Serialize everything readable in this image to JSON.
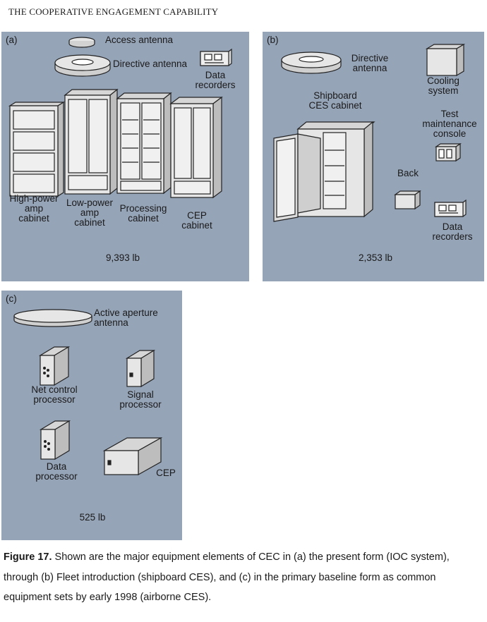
{
  "running_head": "THE COOPERATIVE ENGAGEMENT CAPABILITY",
  "panel_a": {
    "tag": "(a)",
    "access_antenna": "Access antenna",
    "directive_antenna": "Directive antenna",
    "data_recorders": [
      "Data",
      "recorders"
    ],
    "high_power": [
      "High-power",
      "amp",
      "cabinet"
    ],
    "low_power": [
      "Low-power",
      "amp",
      "cabinet"
    ],
    "processing": [
      "Processing",
      "cabinet"
    ],
    "cep": [
      "CEP",
      "cabinet"
    ],
    "weight": "9,393 lb"
  },
  "panel_b": {
    "tag": "(b)",
    "directive_antenna": [
      "Directive",
      "antenna"
    ],
    "cooling": [
      "Cooling",
      "system"
    ],
    "shipboard": [
      "Shipboard",
      "CES cabinet"
    ],
    "test": [
      "Test",
      "maintenance",
      "console"
    ],
    "back": "Back",
    "data_recorders": [
      "Data",
      "recorders"
    ],
    "weight": "2,353 lb"
  },
  "panel_c": {
    "tag": "(c)",
    "active_aperture": [
      "Active aperture",
      "antenna"
    ],
    "net_control": [
      "Net control",
      "processor"
    ],
    "signal": [
      "Signal",
      "processor"
    ],
    "data_processor": [
      "Data",
      "processor"
    ],
    "cep": "CEP",
    "weight": "525 lb"
  },
  "caption": {
    "label": "Figure 17.",
    "text": " Shown are the major equipment elements of CEC in (a) the present form (IOC system), through (b) Fleet introduction (shipboard CES), and (c) in the primary baseline form as common equipment sets by early 1998 (airborne CES)."
  }
}
